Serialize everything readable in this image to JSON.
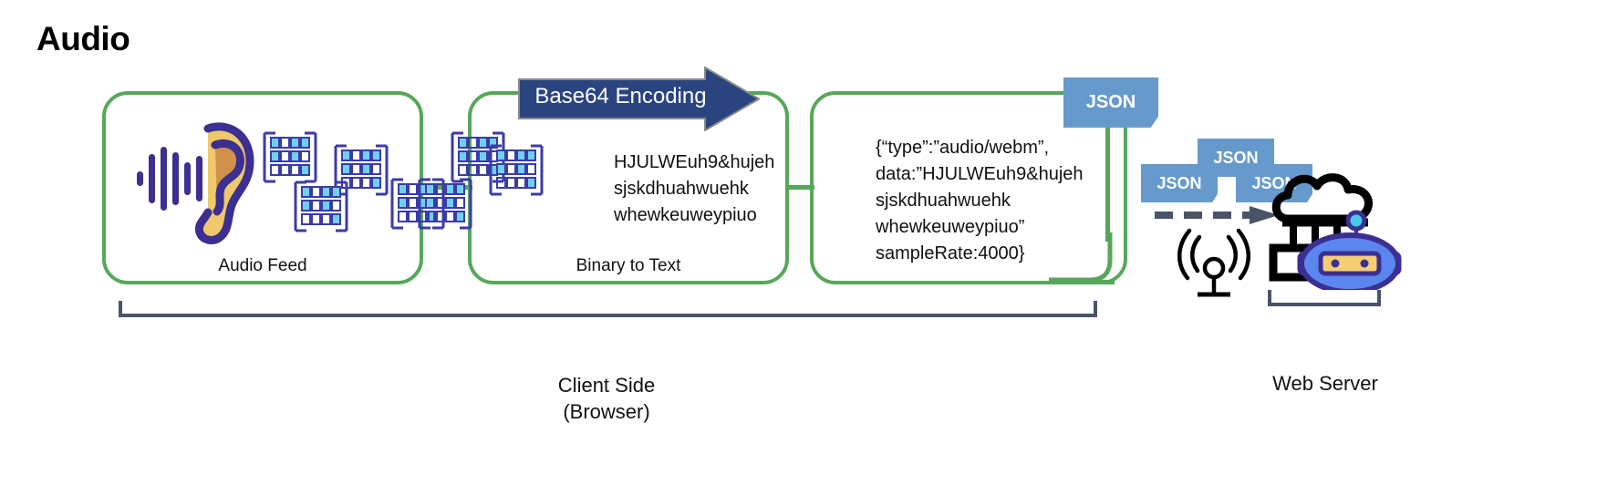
{
  "title": "Audio",
  "stages": [
    {
      "id": "audio-feed",
      "caption": "Audio Feed",
      "icon": "ear-icon"
    },
    {
      "id": "binary-text",
      "caption": "Binary to Text",
      "icon": "binary-blocks-icon"
    },
    {
      "id": "json",
      "caption": "",
      "icon": "json-icon"
    }
  ],
  "arrow": {
    "label": "Base64 Encoding",
    "color": "#2a4480"
  },
  "base64_text": "HJULWEuh9&hujeh\nsjskdhuahwuehk\nwhewkeuweypiuo",
  "json_text": "{“type”:”audio/webm”,\ndata:”HJULWEuh9&hujeh\nsjskdhuahwuehk\nwhewkeuweypiuo”\nsampleRate:4000}",
  "binary_sample": {
    "rows": [
      "11000",
      "01011",
      "11110"
    ],
    "color": "#3b3ba8",
    "highlight": "#6fd0ef"
  },
  "badges": {
    "main": "JSON",
    "top": "JSON",
    "left": "JSON",
    "right": "JSON"
  },
  "brackets": {
    "client_label": "Client Side\n(Browser)",
    "server_label": "Web Server",
    "color": "#4a5468"
  },
  "colors": {
    "green": "#56a75a",
    "navy": "#2a4480",
    "badge_blue": "#669acd",
    "bracket": "#4a5468",
    "ear_fill": "#efc96b",
    "ear_inner": "#d2914b",
    "ear_stroke": "#3b2f91",
    "robot_body": "#5b86f0",
    "robot_stroke": "#3b2f91",
    "robot_face": "#f5cd72",
    "robot_dot": "#4ac8ea"
  },
  "icons": {
    "ear": "ear-icon",
    "waveform": "waveform-icon",
    "antenna": "antenna-icon",
    "robot": "robot-server-icon",
    "cloud": "cloud-icon",
    "dashed_arrow": "dashed-arrow-icon"
  }
}
